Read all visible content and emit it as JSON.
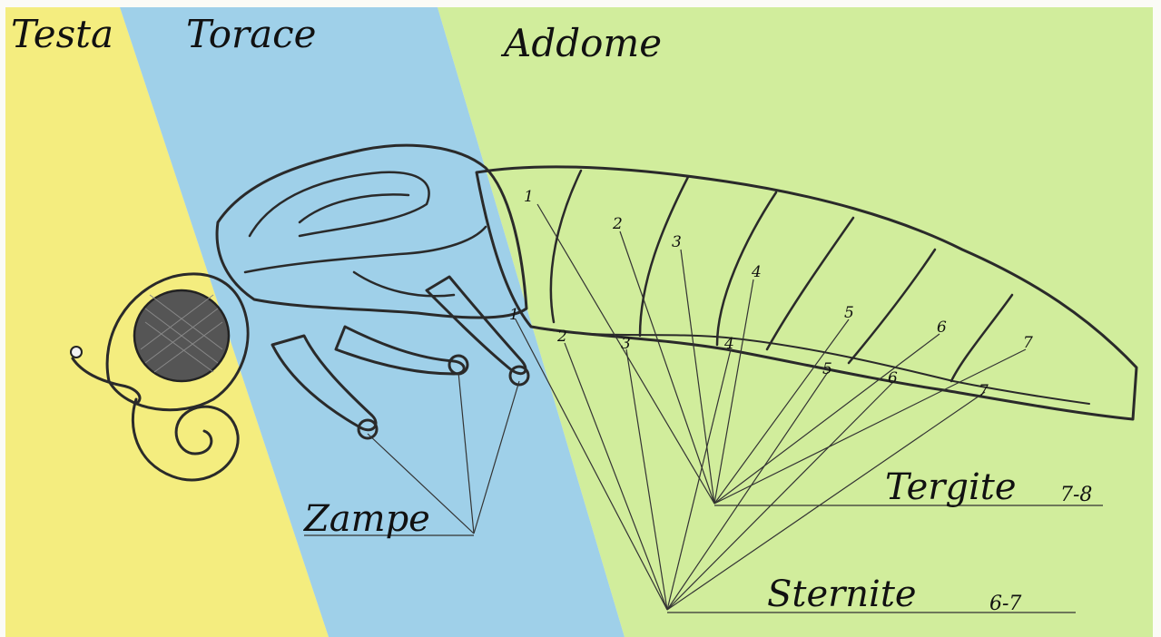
{
  "regions": {
    "head": "Testa",
    "thorax": "Torace",
    "abdomen": "Addome"
  },
  "labels": {
    "legs": "Zampe",
    "tergites": "Tergite",
    "tergites_range": "7-8",
    "sternites": "Sternite",
    "sternites_range": "6-7"
  },
  "tergite_numbers": [
    "1",
    "2",
    "3",
    "4",
    "5",
    "6",
    "7"
  ],
  "sternite_numbers": [
    "1",
    "2",
    "3",
    "4",
    "5",
    "6",
    "7"
  ],
  "colors": {
    "head_region": "#f2ea6a",
    "thorax_region": "#8ec8e6",
    "abdomen_region": "#c9ea8c",
    "body": "#f4f4f4",
    "eye": "#555555",
    "pencil": "#2a2a2a"
  }
}
